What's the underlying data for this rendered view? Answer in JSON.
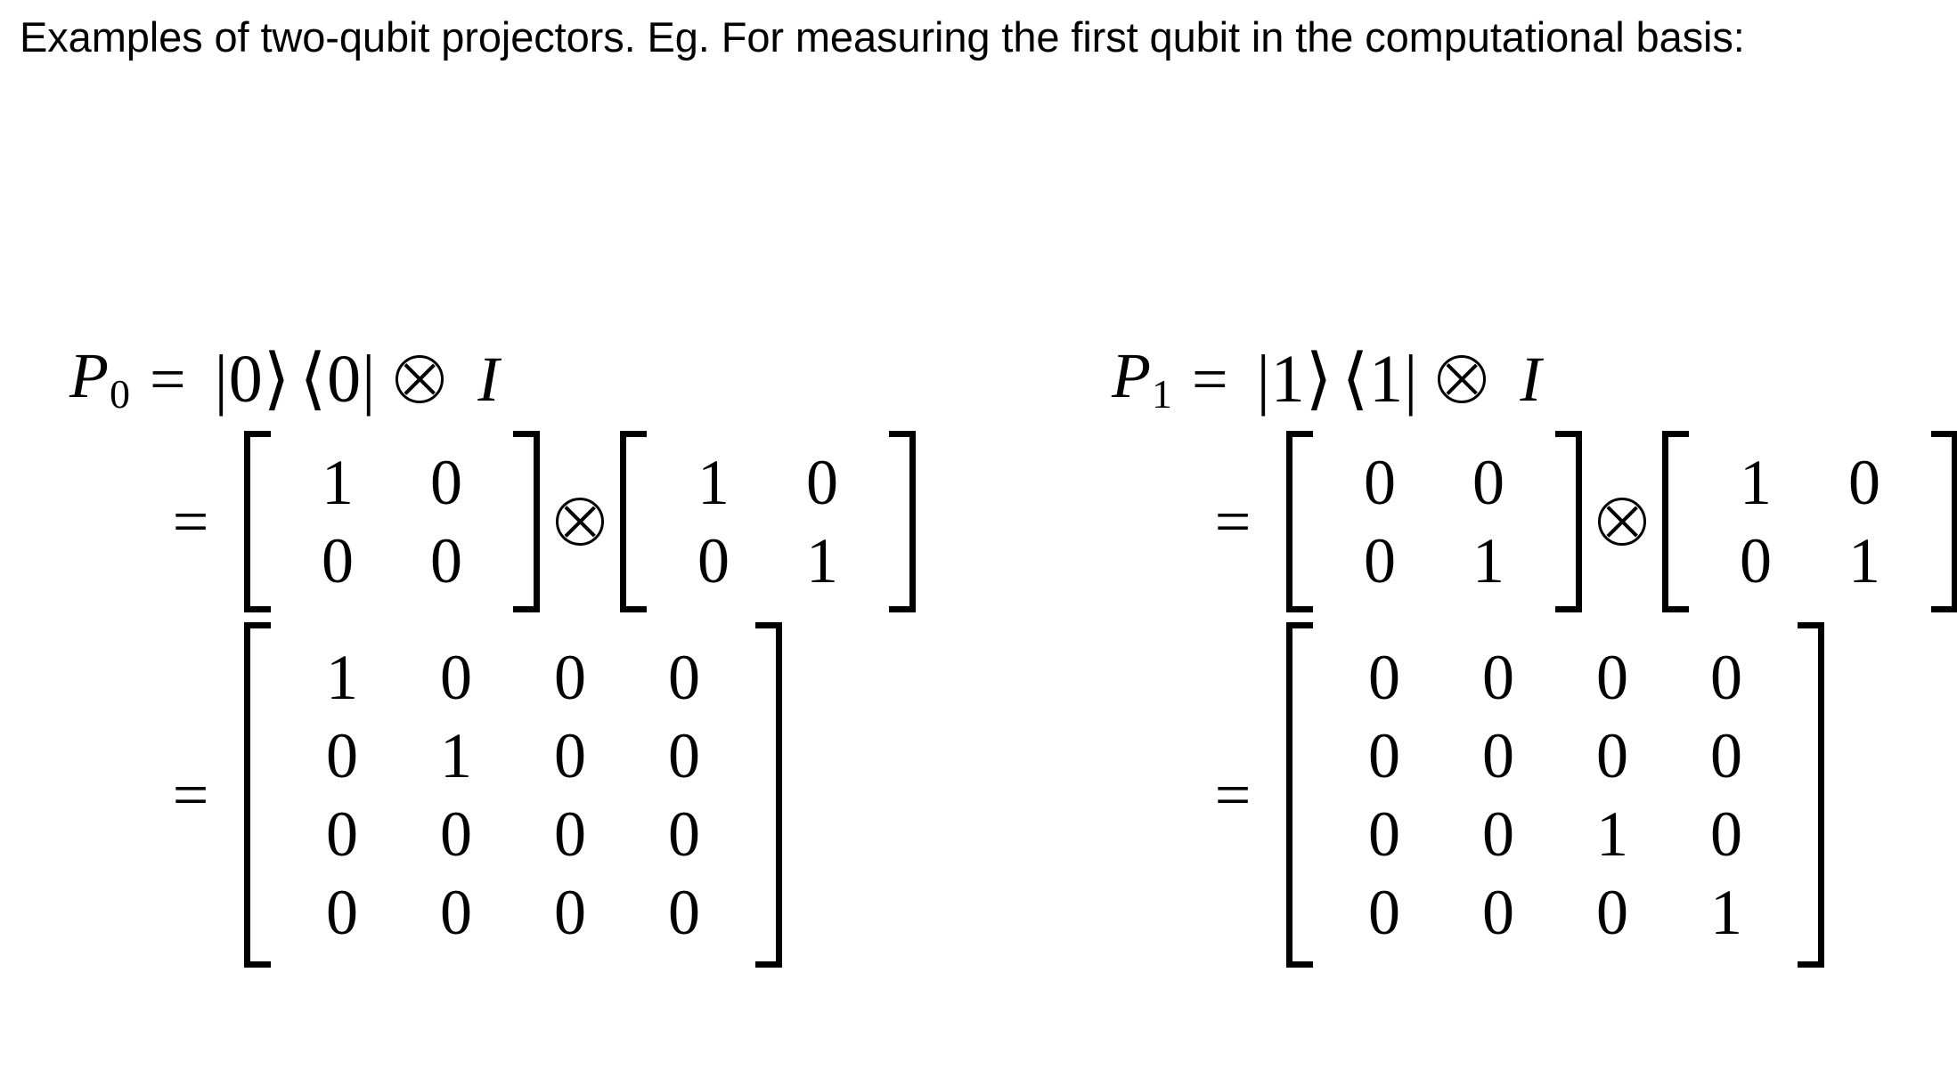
{
  "slide": {
    "heading": "Examples of two-qubit projectors. Eg. For measuring the first qubit in the computational basis:",
    "background_color": "#ffffff",
    "text_color": "#000000"
  },
  "symbols": {
    "equals": "=",
    "tensor": "⊗",
    "identity": "I",
    "ket_open": "|",
    "ket_close": "⟩",
    "bra_open": "⟨",
    "bra_close": "|"
  },
  "equations": [
    {
      "id": "P0",
      "label_base": "P",
      "label_sub": "0",
      "ket_bra": {
        "ket": "|0⟩",
        "bra": "⟨0|",
        "tensor": "⊗",
        "identity": "I"
      },
      "kron": {
        "left_matrix": {
          "rows": [
            [
              "1",
              "0"
            ],
            [
              "0",
              "0"
            ]
          ]
        },
        "right_matrix": {
          "rows": [
            [
              "1",
              "0"
            ],
            [
              "0",
              "1"
            ]
          ]
        }
      },
      "result": {
        "rows": [
          [
            "1",
            "0",
            "0",
            "0"
          ],
          [
            "0",
            "1",
            "0",
            "0"
          ],
          [
            "0",
            "0",
            "0",
            "0"
          ],
          [
            "0",
            "0",
            "0",
            "0"
          ]
        ]
      }
    },
    {
      "id": "P1",
      "label_base": "P",
      "label_sub": "1",
      "ket_bra": {
        "ket": "|1⟩",
        "bra": "⟨1|",
        "tensor": "⊗",
        "identity": "I"
      },
      "kron": {
        "left_matrix": {
          "rows": [
            [
              "0",
              "0"
            ],
            [
              "0",
              "1"
            ]
          ]
        },
        "right_matrix": {
          "rows": [
            [
              "1",
              "0"
            ],
            [
              "0",
              "1"
            ]
          ]
        }
      },
      "result": {
        "rows": [
          [
            "0",
            "0",
            "0",
            "0"
          ],
          [
            "0",
            "0",
            "0",
            "0"
          ],
          [
            "0",
            "0",
            "1",
            "0"
          ],
          [
            "0",
            "0",
            "0",
            "1"
          ]
        ]
      }
    }
  ]
}
